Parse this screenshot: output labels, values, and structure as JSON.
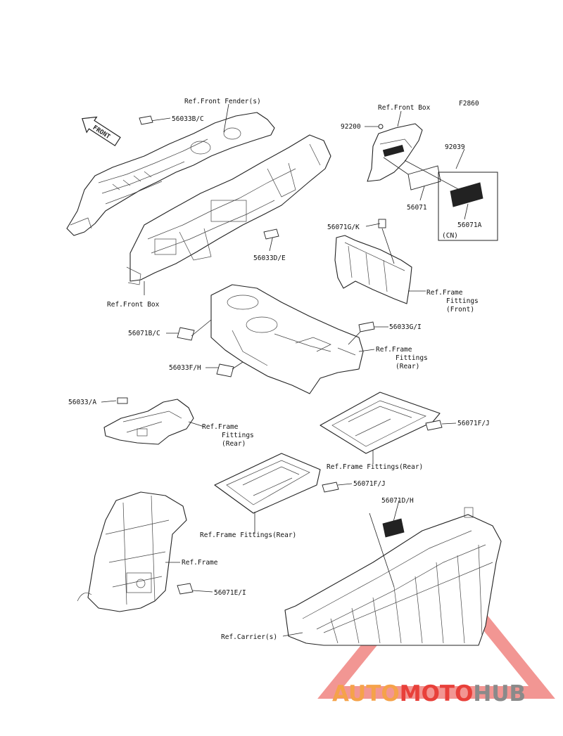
{
  "figure_code": "F2860",
  "front_arrow": "FRONT",
  "labels": {
    "ref_front_fender": "Ref.Front Fender(s)",
    "p56033bc": "56033B/C",
    "ref_front_box_top": "Ref.Front Box",
    "p92200": "92200",
    "p92039": "92039",
    "p56071": "56071",
    "p56071a": "56071A",
    "cn": "(CN)",
    "p56033de": "56033D/E",
    "ref_front_box": "Ref.Front Box",
    "p56071gk": "56071G/K",
    "ref_frame_fittings_front_1": "Ref.Frame",
    "ref_frame_fittings_front_2": "Fittings",
    "ref_frame_fittings_front_3": "(Front)",
    "p56071bc": "56071B/C",
    "p56033gi": "56033G/I",
    "ref_frame_fittings_rear1_1": "Ref.Frame",
    "ref_frame_fittings_rear1_2": "Fittings",
    "ref_frame_fittings_rear1_3": "(Rear)",
    "p56033fh": "56033F/H",
    "p56033a": "56033/A",
    "ref_frame_fittings_rear2_1": "Ref.Frame",
    "ref_frame_fittings_rear2_2": "Fittings",
    "ref_frame_fittings_rear2_3": "(Rear)",
    "p56071fj_1": "56071F/J",
    "ref_frame_fittings_rear3": "Ref.Frame Fittings(Rear)",
    "p56071fj_2": "56071F/J",
    "ref_frame_fittings_rear4": "Ref.Frame Fittings(Rear)",
    "p56071dh": "56071D/H",
    "ref_frame": "Ref.Frame",
    "p56071ei": "56071E/I",
    "ref_carrier": "Ref.Carrier(s)"
  },
  "watermark": {
    "part1": "AUTO",
    "part2": "MOTO",
    "part3": "HUB"
  },
  "colors": {
    "watermark_orange": "#f5a24a",
    "watermark_red": "#e8403a",
    "watermark_gray": "#8a8a8a"
  }
}
